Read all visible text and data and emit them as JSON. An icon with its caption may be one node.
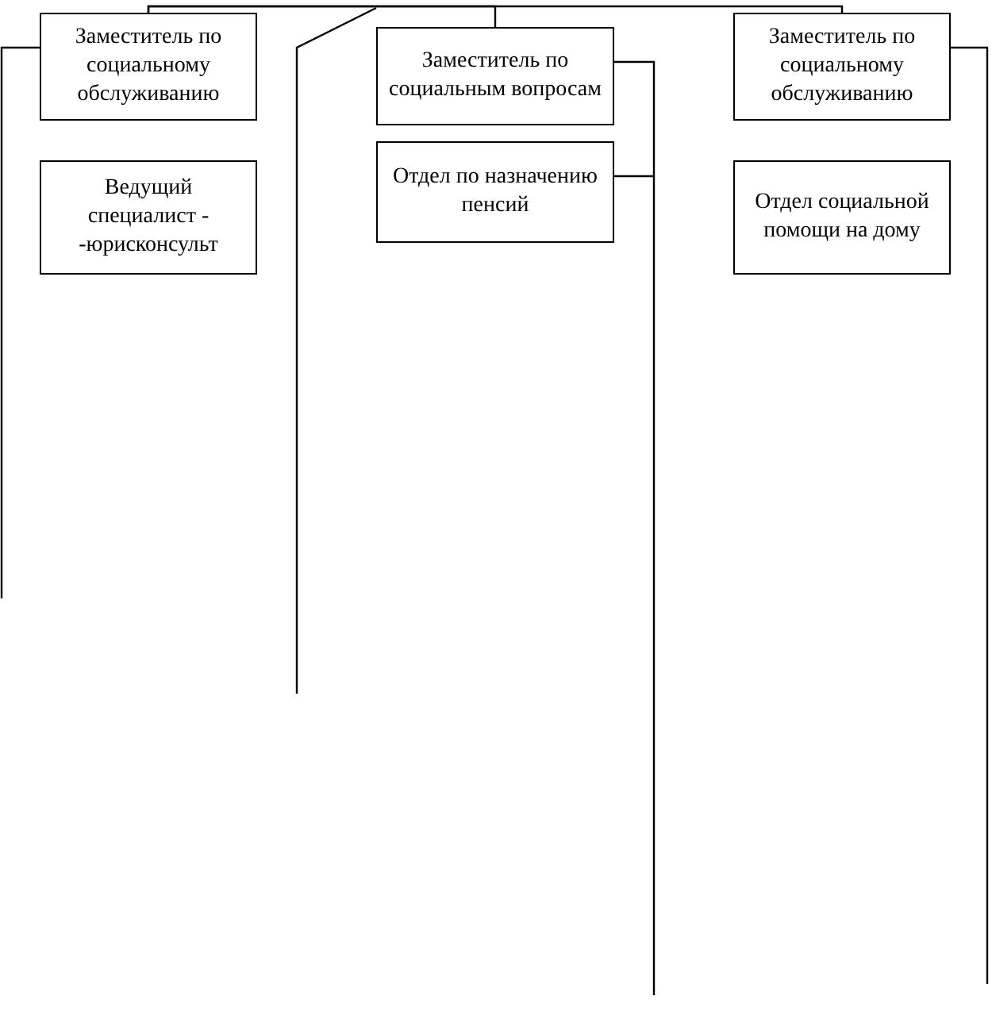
{
  "diagram": {
    "nodes": [
      {
        "text": [
          "Заместитель по социальному обслуживанию"
        ]
      },
      {
        "text": [
          "Ведущий специалист - -юрисконсульт"
        ]
      },
      {
        "text": [
          "Заместитель по социальным вопросам"
        ]
      },
      {
        "text": [
          "Отдел по назначению пенсий"
        ]
      },
      {
        "text": [
          "Заместитель по социальному обслуживанию"
        ]
      },
      {
        "text": [
          "Отдел социальной помощи на дому"
        ]
      }
    ],
    "edges": [
      {
        "from": 0,
        "to": 2,
        "arrow": "none"
      },
      {
        "from": 0,
        "to": 4,
        "arrow": "none"
      },
      {
        "from": 0,
        "to": null,
        "arrow": "none"
      },
      {
        "from": 2,
        "to": null,
        "arrow": "none"
      },
      {
        "from": 3,
        "to": null,
        "arrow": "none"
      },
      {
        "from": 4,
        "to": null,
        "arrow": "none"
      }
    ]
  }
}
